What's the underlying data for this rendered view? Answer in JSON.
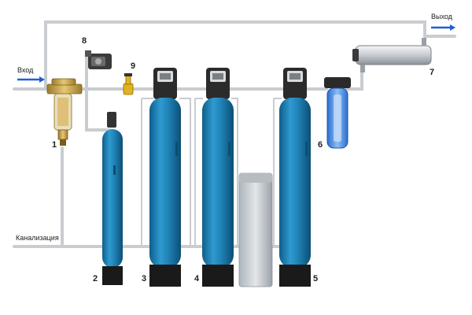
{
  "labels": {
    "inlet": "Вход",
    "outlet": "Выход",
    "drain": "Канализация"
  },
  "numbers": {
    "n1": "1",
    "n2": "2",
    "n3": "3",
    "n4": "4",
    "n5": "5",
    "n6": "6",
    "n7": "7",
    "n8": "8",
    "n9": "9"
  },
  "colors": {
    "pipe": "#c9ccd0",
    "tank": "#1e7fb0",
    "tank_dark": "#0e5b86",
    "tank_base": "#1a1a1a",
    "arrow": "#1f5fd6",
    "filter_housing": "#3a7fe0",
    "brass": "#c9a24a"
  },
  "icons": {
    "inlet_arrow": "arrow-right-icon",
    "outlet_arrow": "arrow-right-icon"
  }
}
